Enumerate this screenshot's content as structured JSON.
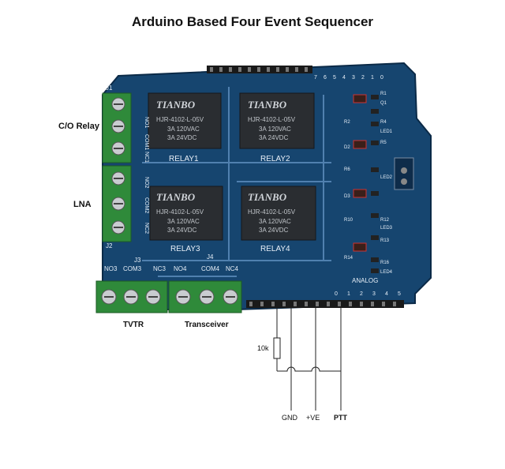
{
  "title": "Arduino Based Four Event Sequencer",
  "labels": {
    "co_relay": "C/O Relay",
    "lna": "LNA",
    "tvtr": "TVTR",
    "transceiver": "Transceiver"
  },
  "wires": {
    "resistor": "10k",
    "gnd": "GND",
    "ve": "+VE",
    "ptt": "PTT"
  },
  "board": {
    "relays": [
      {
        "brand": "TIANBO",
        "model": "HJR-4102-L-05V",
        "rating1": "3A 120VAC",
        "rating2": "3A 24VDC",
        "name": "RELAY1"
      },
      {
        "brand": "TIANBO",
        "model": "HJR-4102-L-05V",
        "rating1": "3A 120VAC",
        "rating2": "3A 24VDC",
        "name": "RELAY2"
      },
      {
        "brand": "TIANBO",
        "model": "HJR-4102-L-05V",
        "rating1": "3A 120VAC",
        "rating2": "3A 24VDC",
        "name": "RELAY3"
      },
      {
        "brand": "TIANBO",
        "model": "HJR-4102-L-05V",
        "rating1": "3A 120VAC",
        "rating2": "3A 24VDC",
        "name": "RELAY4"
      }
    ],
    "connectors": [
      "J1",
      "J2",
      "J3",
      "J4"
    ],
    "left_pins": [
      "NO1",
      "COM1",
      "NC1",
      "NO2",
      "COM2",
      "NC2"
    ],
    "bottom_pins": [
      "NO3",
      "COM3",
      "NC3",
      "NO4",
      "COM4",
      "NC4"
    ],
    "analog": "ANALOG",
    "parts": [
      "R1",
      "Q1",
      "R2",
      "R4",
      "LED1",
      "D2",
      "R5",
      "R6",
      "LED2",
      "D3",
      "R10",
      "R12",
      "LED3",
      "R13",
      "R14",
      "R16",
      "LED4"
    ]
  }
}
